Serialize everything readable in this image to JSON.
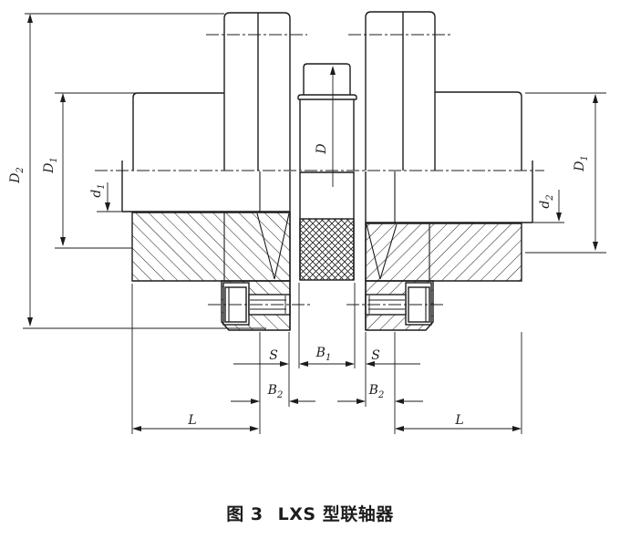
{
  "drawing": {
    "caption": {
      "figure_label": "图 3",
      "title": "LXS 型联轴器"
    },
    "dimension_labels": {
      "D2": {
        "base": "D",
        "sub": "2"
      },
      "D1_left": {
        "base": "D",
        "sub": "1"
      },
      "d1": {
        "base": "d",
        "sub": "1"
      },
      "D": {
        "base": "D",
        "sub": ""
      },
      "d2": {
        "base": "d",
        "sub": "2"
      },
      "D1_right": {
        "base": "D",
        "sub": "1"
      },
      "S_left": {
        "base": "S",
        "sub": ""
      },
      "B1": {
        "base": "B",
        "sub": "1"
      },
      "S_right": {
        "base": "S",
        "sub": ""
      },
      "B2_left": {
        "base": "B",
        "sub": "2"
      },
      "B2_right": {
        "base": "B",
        "sub": "2"
      },
      "L_left": {
        "base": "L",
        "sub": ""
      },
      "L_right": {
        "base": "L",
        "sub": ""
      }
    },
    "line_color": "#1c1c1c",
    "background": "#ffffff"
  }
}
